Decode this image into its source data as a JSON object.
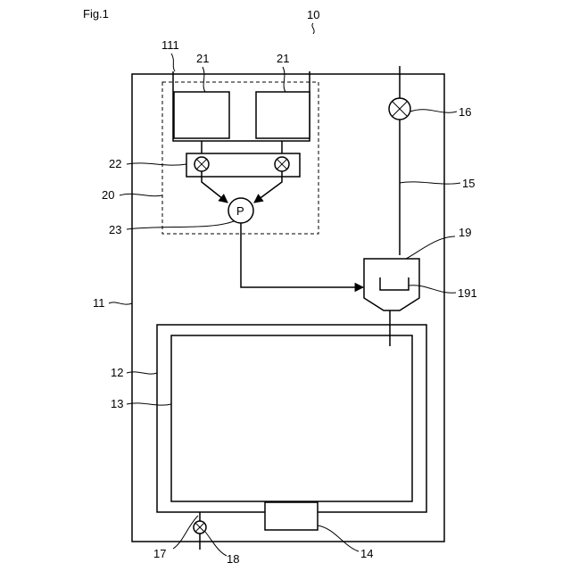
{
  "figure_label": "Fig.1",
  "reference_labels": {
    "device": "10",
    "housing": "11",
    "outer_tank": "12",
    "inner_tank": "13",
    "drain_unit": "14",
    "supply_pipe": "15",
    "supply_valve": "16",
    "drain_pipe": "17",
    "drain_valve": "18",
    "mixer": "19",
    "mixer_part": "191",
    "dosing_unit": "20",
    "container_group": "111",
    "container_left": "21",
    "container_right": "21",
    "valve_block": "22",
    "pump": "23"
  },
  "pump_symbol": "P"
}
